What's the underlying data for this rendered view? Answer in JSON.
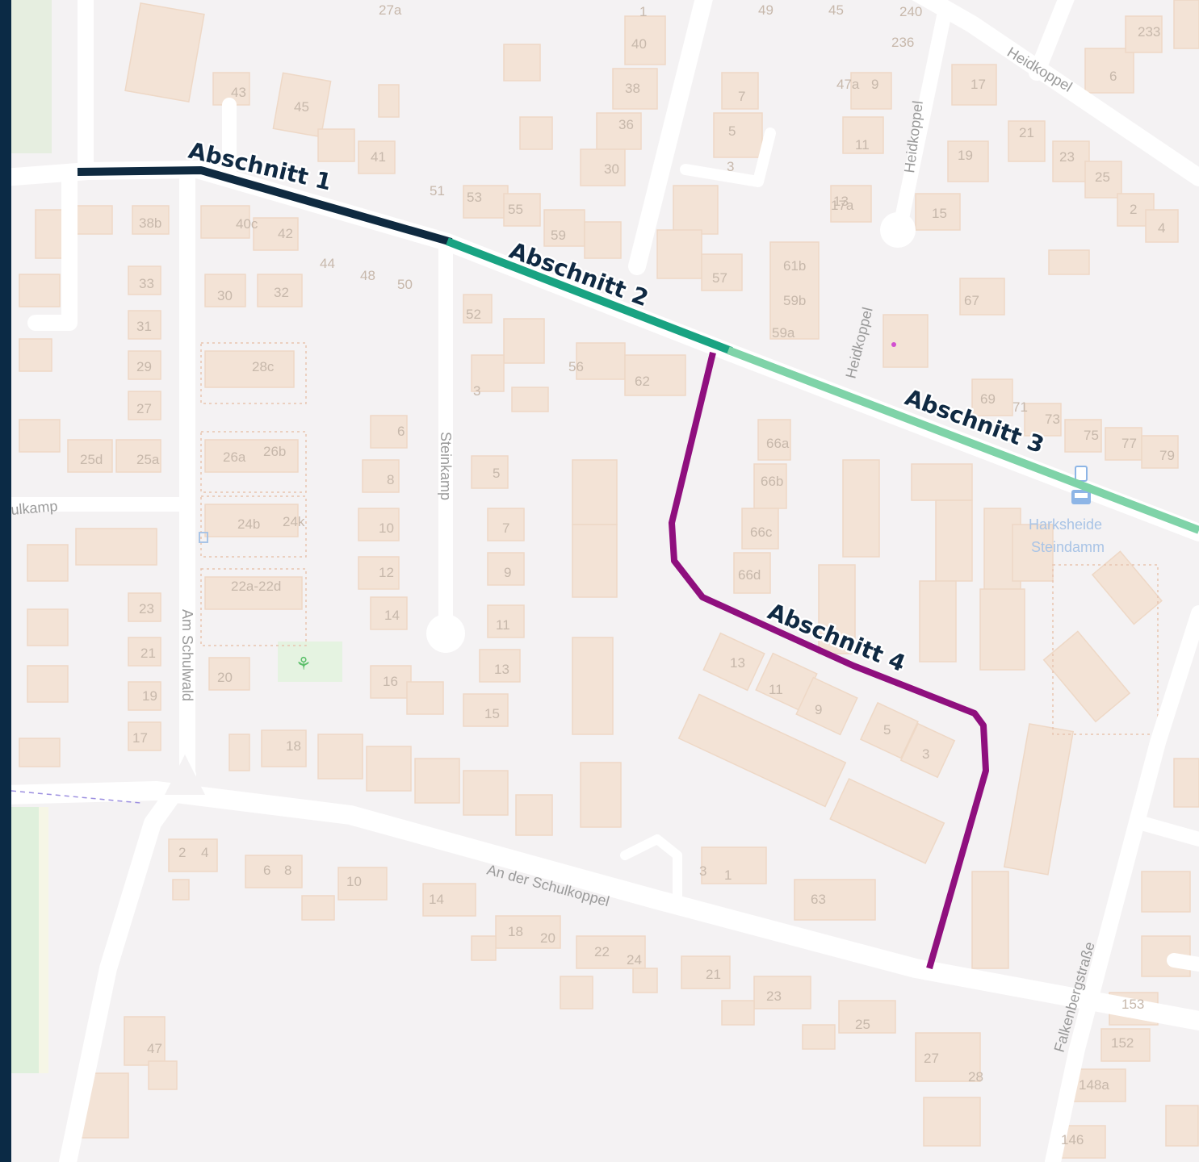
{
  "map": {
    "sections": [
      {
        "label": "Abschnitt 1",
        "color": "#0f2a40"
      },
      {
        "label": "Abschnitt 2",
        "color": "#19a382"
      },
      {
        "label": "Abschnitt 3",
        "color": "#7fd3a8"
      },
      {
        "label": "Abschnitt 4",
        "color": "#8f0f7e"
      }
    ],
    "streets": {
      "heidkoppel_a": "Heidkoppel",
      "heidkoppel_b": "Heidkoppel",
      "heidkoppel_c": "Heidkoppel",
      "steinkamp": "Steinkamp",
      "am_schulwald": "Am Schulwald",
      "schulkamp": "ulkamp",
      "an_der_schulkoppel": "An der Schulkoppel",
      "falkenbergstrasse": "Falkenbergstraße"
    },
    "bus_stop": {
      "line1": "Harksheide",
      "line2": "Steindamm",
      "icon": "bus-stop-icon"
    },
    "house_numbers": [
      "43",
      "45",
      "47",
      "41",
      "51",
      "53",
      "55",
      "59",
      "38b",
      "40c",
      "42",
      "44",
      "48",
      "50",
      "33",
      "30",
      "32",
      "31",
      "29",
      "27",
      "28c",
      "25d",
      "25a",
      "26a",
      "26b",
      "24b",
      "24k",
      "22a-22d",
      "23",
      "21",
      "19",
      "17",
      "20",
      "52",
      "56",
      "62",
      "3",
      "5",
      "6",
      "8",
      "10",
      "12",
      "14",
      "7",
      "9",
      "11",
      "13",
      "15",
      "16",
      "18",
      "61b",
      "59b",
      "59a",
      "57",
      "67",
      "69",
      "71",
      "73",
      "75",
      "77",
      "79",
      "66a",
      "66b",
      "66c",
      "66d",
      "13",
      "11",
      "9",
      "5",
      "3",
      "2",
      "4",
      "6",
      "8",
      "10",
      "14",
      "18",
      "20",
      "22",
      "24",
      "21",
      "23",
      "25",
      "27",
      "28",
      "30",
      "36",
      "38",
      "40",
      "1",
      "3",
      "5",
      "7",
      "9",
      "11",
      "13",
      "15",
      "17",
      "19",
      "21",
      "23",
      "25",
      "2",
      "4",
      "6",
      "233",
      "236",
      "240",
      "153",
      "152",
      "148a",
      "146",
      "27a",
      "49",
      "47a",
      "45",
      "17a",
      "3",
      "1",
      "63"
    ]
  }
}
